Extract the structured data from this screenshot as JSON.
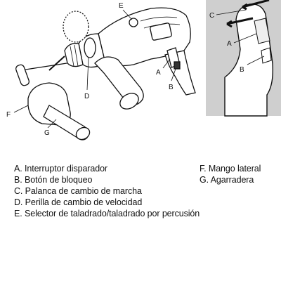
{
  "callouts": {
    "a_main": "A",
    "b_main": "B",
    "c_inset": "C",
    "a_inset": "A",
    "b_inset": "B",
    "d": "D",
    "e": "E",
    "f": "F",
    "g": "G"
  },
  "legend": {
    "left": [
      "A. Interruptor disparador",
      "B. Botón de bloqueo",
      "C. Palanca de cambio de marcha",
      "D. Perilla de cambio de velocidad",
      "E. Selector de taladrado/taladrado por percusión"
    ],
    "right": [
      "F.  Mango lateral",
      "G.  Agarradera"
    ]
  },
  "colors": {
    "inset_gray": "#cfcfcf",
    "line": "#111111"
  }
}
